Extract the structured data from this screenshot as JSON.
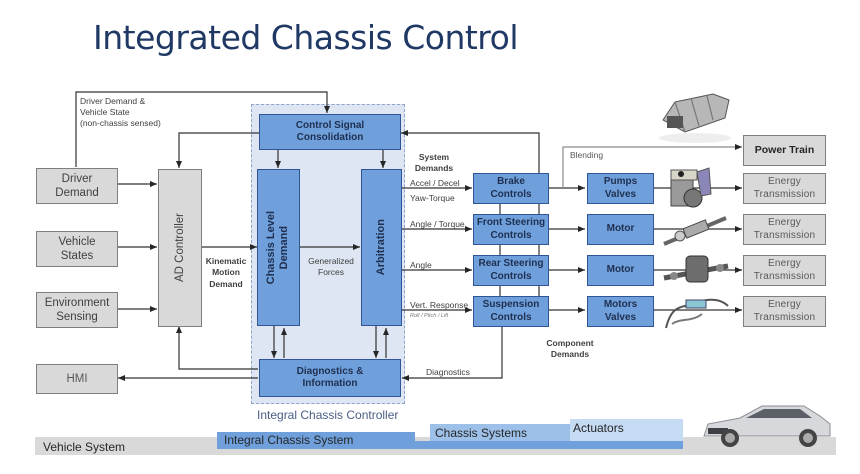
{
  "slide": {
    "title": "Integrated Chassis Control"
  },
  "inputs": {
    "driver_demand": "Driver Demand",
    "vehicle_states": "Vehicle States",
    "environment_sensing": "Environment Sensing",
    "hmi": "HMI"
  },
  "labels": {
    "driver_demand_vehicle_state": [
      "Driver Demand &",
      "Vehicle State",
      "(non-chassis sensed)"
    ],
    "kinematic_motion_demand": [
      "Kinematic",
      "Motion",
      "Demand"
    ],
    "generalized_forces": [
      "Generalized",
      "Forces"
    ],
    "system_demands": [
      "System",
      "Demands"
    ],
    "accel_decel": "Accel / Decel",
    "yaw_torque": "Yaw-Torque",
    "angle_torque": "Angle / Torque",
    "angle": "Angle",
    "vert_response": "Vert. Response",
    "roll_pitch_lift": "Roll / Pitch / Lift",
    "diagnostics": "Diagnostics",
    "blending": "Blending",
    "component_demands": [
      "Component",
      "Demands"
    ]
  },
  "controllers": {
    "ad_controller": "AD Controller",
    "control_signal_consolidation": [
      "Control Signal",
      "Consolidation"
    ],
    "chassis_level_demand": [
      "Chassis Level",
      "Demand"
    ],
    "arbitration": "Arbitration",
    "diagnostics_information": [
      "Diagnostics &",
      "Information"
    ],
    "icc_caption": "Integral Chassis Controller"
  },
  "chassis_systems": [
    {
      "name": [
        "Brake",
        "Controls"
      ],
      "actuator": [
        "Pumps",
        "Valves"
      ],
      "output": [
        "Energy",
        "Transmission"
      ],
      "component_image": "brake-module"
    },
    {
      "name": [
        "Front Steering",
        "Controls"
      ],
      "actuator": [
        "Motor"
      ],
      "output": [
        "Energy",
        "Transmission"
      ],
      "component_image": "steering-rack"
    },
    {
      "name": [
        "Rear Steering",
        "Controls"
      ],
      "actuator": [
        "Motor"
      ],
      "output": [
        "Energy",
        "Transmission"
      ],
      "component_image": "rear-axle-actuator"
    },
    {
      "name": [
        "Suspension",
        "Controls"
      ],
      "actuator": [
        "Motors",
        "Valves"
      ],
      "output": [
        "Energy",
        "Transmission"
      ],
      "component_image": "suspension-harness"
    }
  ],
  "power_train": "Power Train",
  "bands": {
    "vehicle_system": "Vehicle System",
    "integral_chassis_system": "Integral Chassis System",
    "chassis_systems": "Chassis Systems",
    "actuators": "Actuators"
  },
  "colors": {
    "title": "#1f3864",
    "controller_blue": "#6fa0dc",
    "panel_blue": "#dde6f2",
    "gray_box": "#d9d9d9"
  }
}
